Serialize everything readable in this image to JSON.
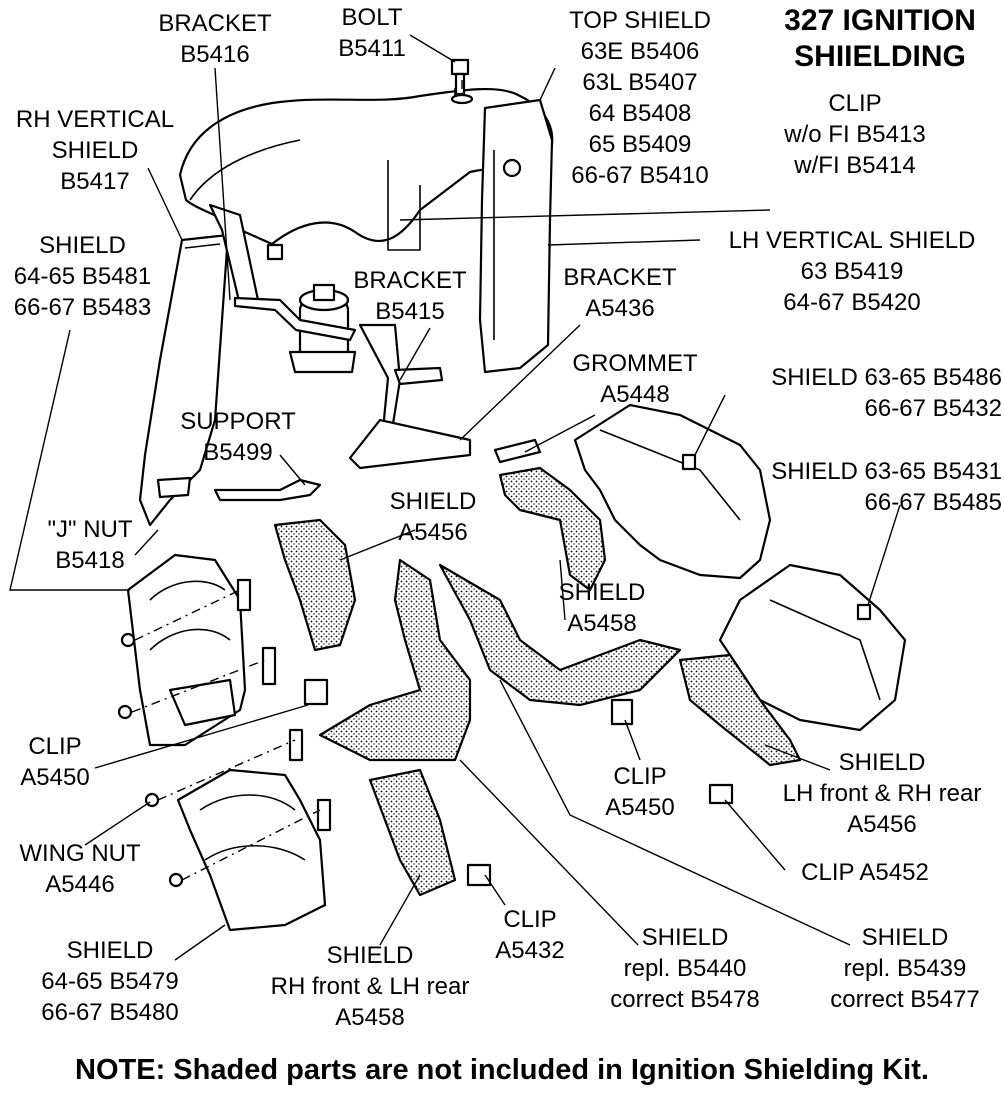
{
  "title": [
    "327 IGNITION",
    "SHIIELDING"
  ],
  "note": "NOTE: Shaded parts are not included in Ignition Shielding Kit.",
  "labels": {
    "bracket_b5416": [
      "BRACKET",
      "B5416"
    ],
    "bolt": [
      "BOLT",
      "B5411"
    ],
    "top_shield": [
      "TOP SHIELD",
      "63E  B5406",
      "63L  B5407",
      "64  B5408",
      "65  B5409",
      "66-67  B5410"
    ],
    "clip_b5413": [
      "CLIP",
      "w/o FI  B5413",
      "w/FI  B5414"
    ],
    "rh_vertical_shield": [
      "RH VERTICAL",
      "SHIELD",
      "B5417"
    ],
    "shield_b5481": [
      "SHIELD",
      "64-65 B5481",
      "66-67 B5483"
    ],
    "lh_vertical_shield": [
      "LH VERTICAL SHIELD",
      "63  B5419",
      "64-67  B5420"
    ],
    "bracket_b5415": [
      "BRACKET",
      "B5415"
    ],
    "bracket_a5436": [
      "BRACKET",
      "A5436"
    ],
    "grommet": [
      "GROMMET",
      "A5448"
    ],
    "shield_b5486": [
      "SHIELD  63-65 B5486",
      "66-67 B5432"
    ],
    "shield_b5431": [
      "SHIELD  63-65 B5431",
      "66-67 B5485"
    ],
    "support": [
      "SUPPORT",
      "B5499"
    ],
    "shield_a5456_top": [
      "SHIELD",
      "A5456"
    ],
    "j_nut": [
      "\"J\" NUT",
      "B5418"
    ],
    "shield_a5458_top": [
      "SHIELD",
      "A5458"
    ],
    "clip_a5450_left": [
      "CLIP",
      "A5450"
    ],
    "clip_a5450_mid": [
      "CLIP",
      "A5450"
    ],
    "shield_lh_front": [
      "SHIELD",
      "LH front & RH rear",
      "A5456"
    ],
    "wing_nut": [
      "WING NUT",
      "A5446"
    ],
    "clip_a5452": [
      "CLIP  A5452"
    ],
    "clip_a5432": [
      "CLIP",
      "A5432"
    ],
    "shield_b5479": [
      "SHIELD",
      "64-65 B5479",
      "66-67 B5480"
    ],
    "shield_rh_front": [
      "SHIELD",
      "RH front & LH rear",
      "A5458"
    ],
    "shield_b5478": [
      "SHIELD",
      "repl. B5440",
      "correct B5478"
    ],
    "shield_b5477": [
      "SHIELD",
      "repl. B5439",
      "correct B5477"
    ]
  }
}
